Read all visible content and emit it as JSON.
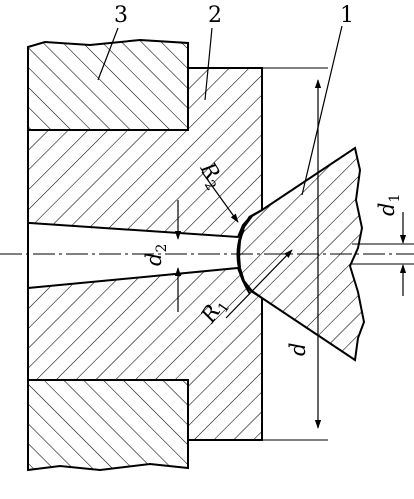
{
  "parts": [
    {
      "number": "3"
    },
    {
      "number": "2"
    },
    {
      "number": "1"
    }
  ],
  "dimensions": {
    "R2": {
      "base": "R",
      "sub": "2"
    },
    "R1": {
      "base": "R",
      "sub": "1"
    },
    "d2": {
      "base": "d",
      "sub": "2"
    },
    "d1": {
      "base": "d",
      "sub": "1"
    },
    "d": {
      "base": "d"
    }
  },
  "colors": {
    "ink": "#000000",
    "paper": "#ffffff"
  }
}
